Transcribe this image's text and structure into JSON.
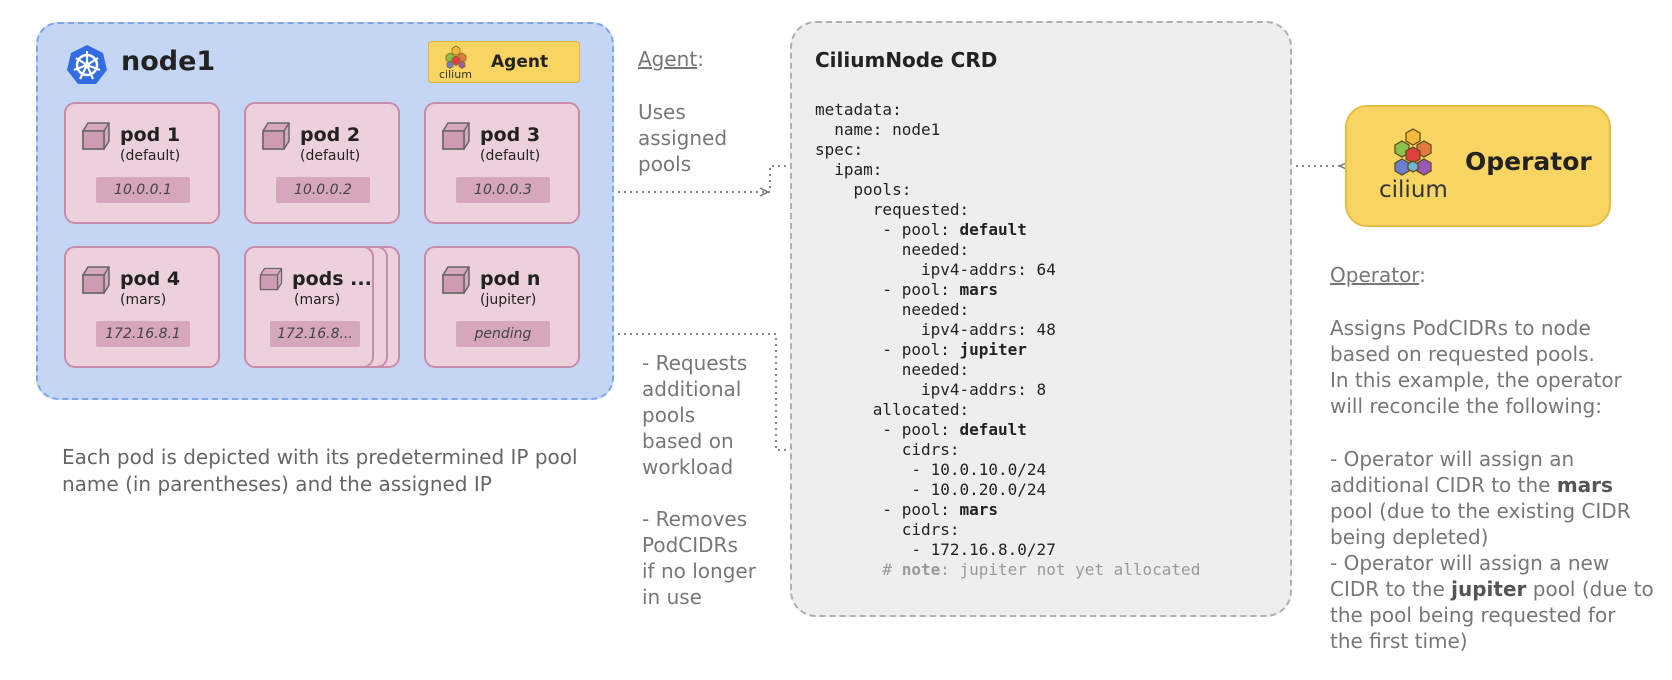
{
  "node": {
    "title": "node1",
    "agent_label": "Agent",
    "agent_logo_text": "cilium",
    "pods": [
      {
        "name": "pod 1",
        "pool": "(default)",
        "ip": "10.0.0.1"
      },
      {
        "name": "pod 2",
        "pool": "(default)",
        "ip": "10.0.0.2"
      },
      {
        "name": "pod 3",
        "pool": "(default)",
        "ip": "10.0.0.3"
      },
      {
        "name": "pod 4",
        "pool": "(mars)",
        "ip": "172.16.8.1"
      },
      {
        "name": "pods ...",
        "pool": "(mars)",
        "ip": "172.16.8..."
      },
      {
        "name": "pod n",
        "pool": "(jupiter)",
        "ip": "pending"
      }
    ],
    "caption_line1": "Each pod is depicted with its predetermined IP pool",
    "caption_line2": "name (in parentheses) and the assigned IP"
  },
  "agent_notes": {
    "heading": "Agent",
    "heading_suffix": ":",
    "uses_lines": [
      "Uses",
      "assigned",
      "pools"
    ],
    "requests_lines": [
      "- Requests",
      "additional",
      "pools",
      "based on",
      "workload"
    ],
    "removes_lines": [
      "- Removes",
      "PodCIDRs",
      "if no longer",
      "in use"
    ]
  },
  "crd": {
    "title": "CiliumNode CRD",
    "lines": [
      {
        "text": "metadata:"
      },
      {
        "text": "  name: node1"
      },
      {
        "text": "spec:"
      },
      {
        "text": "  ipam:"
      },
      {
        "text": "    pools:"
      },
      {
        "text": "      requested:"
      },
      {
        "text": "       - pool: ",
        "bold": "default"
      },
      {
        "text": "         needed:"
      },
      {
        "text": "           ipv4-addrs: 64"
      },
      {
        "text": "       - pool: ",
        "bold": "mars"
      },
      {
        "text": "         needed:"
      },
      {
        "text": "           ipv4-addrs: 48"
      },
      {
        "text": "       - pool: ",
        "bold": "jupiter"
      },
      {
        "text": "         needed:"
      },
      {
        "text": "           ipv4-addrs: 8"
      },
      {
        "text": "      allocated:"
      },
      {
        "text": "       - pool: ",
        "bold": "default"
      },
      {
        "text": "         cidrs:"
      },
      {
        "text": "          - 10.0.10.0/24"
      },
      {
        "text": "          - 10.0.20.0/24"
      },
      {
        "text": "       - pool: ",
        "bold": "mars"
      },
      {
        "text": "         cidrs:"
      },
      {
        "text": "          - 172.16.8.0/27"
      }
    ],
    "comment_prefix": "       # ",
    "comment_bold": "note",
    "comment_rest": ": jupiter not yet allocated"
  },
  "operator": {
    "label": "Operator",
    "logo_text": "cilium",
    "heading": "Operator",
    "heading_suffix": ":",
    "desc_lines": [
      "Assigns PodCIDRs to node",
      "based on requested pools.",
      "In this example, the operator",
      "will reconcile the following:"
    ],
    "item1_a": "- Operator will assign an",
    "item1_b": "additional CIDR to the ",
    "item1_bold": "mars",
    "item1_c": "pool (due to the existing CIDR",
    "item1_d": "being depleted)",
    "item2_a": "- Operator will assign a new",
    "item2_b": "CIDR to the ",
    "item2_bold": "jupiter",
    "item2_b2": " pool (due to",
    "item2_c": "the pool being requested for",
    "item2_d": "the first time)"
  },
  "colors": {
    "node_bg": "#c4d6f4",
    "pod_bg": "#ecd0dc",
    "ip_bg": "#d6a6bd",
    "cilium_yellow": "#f8d563",
    "crd_bg": "#eeeeee"
  }
}
